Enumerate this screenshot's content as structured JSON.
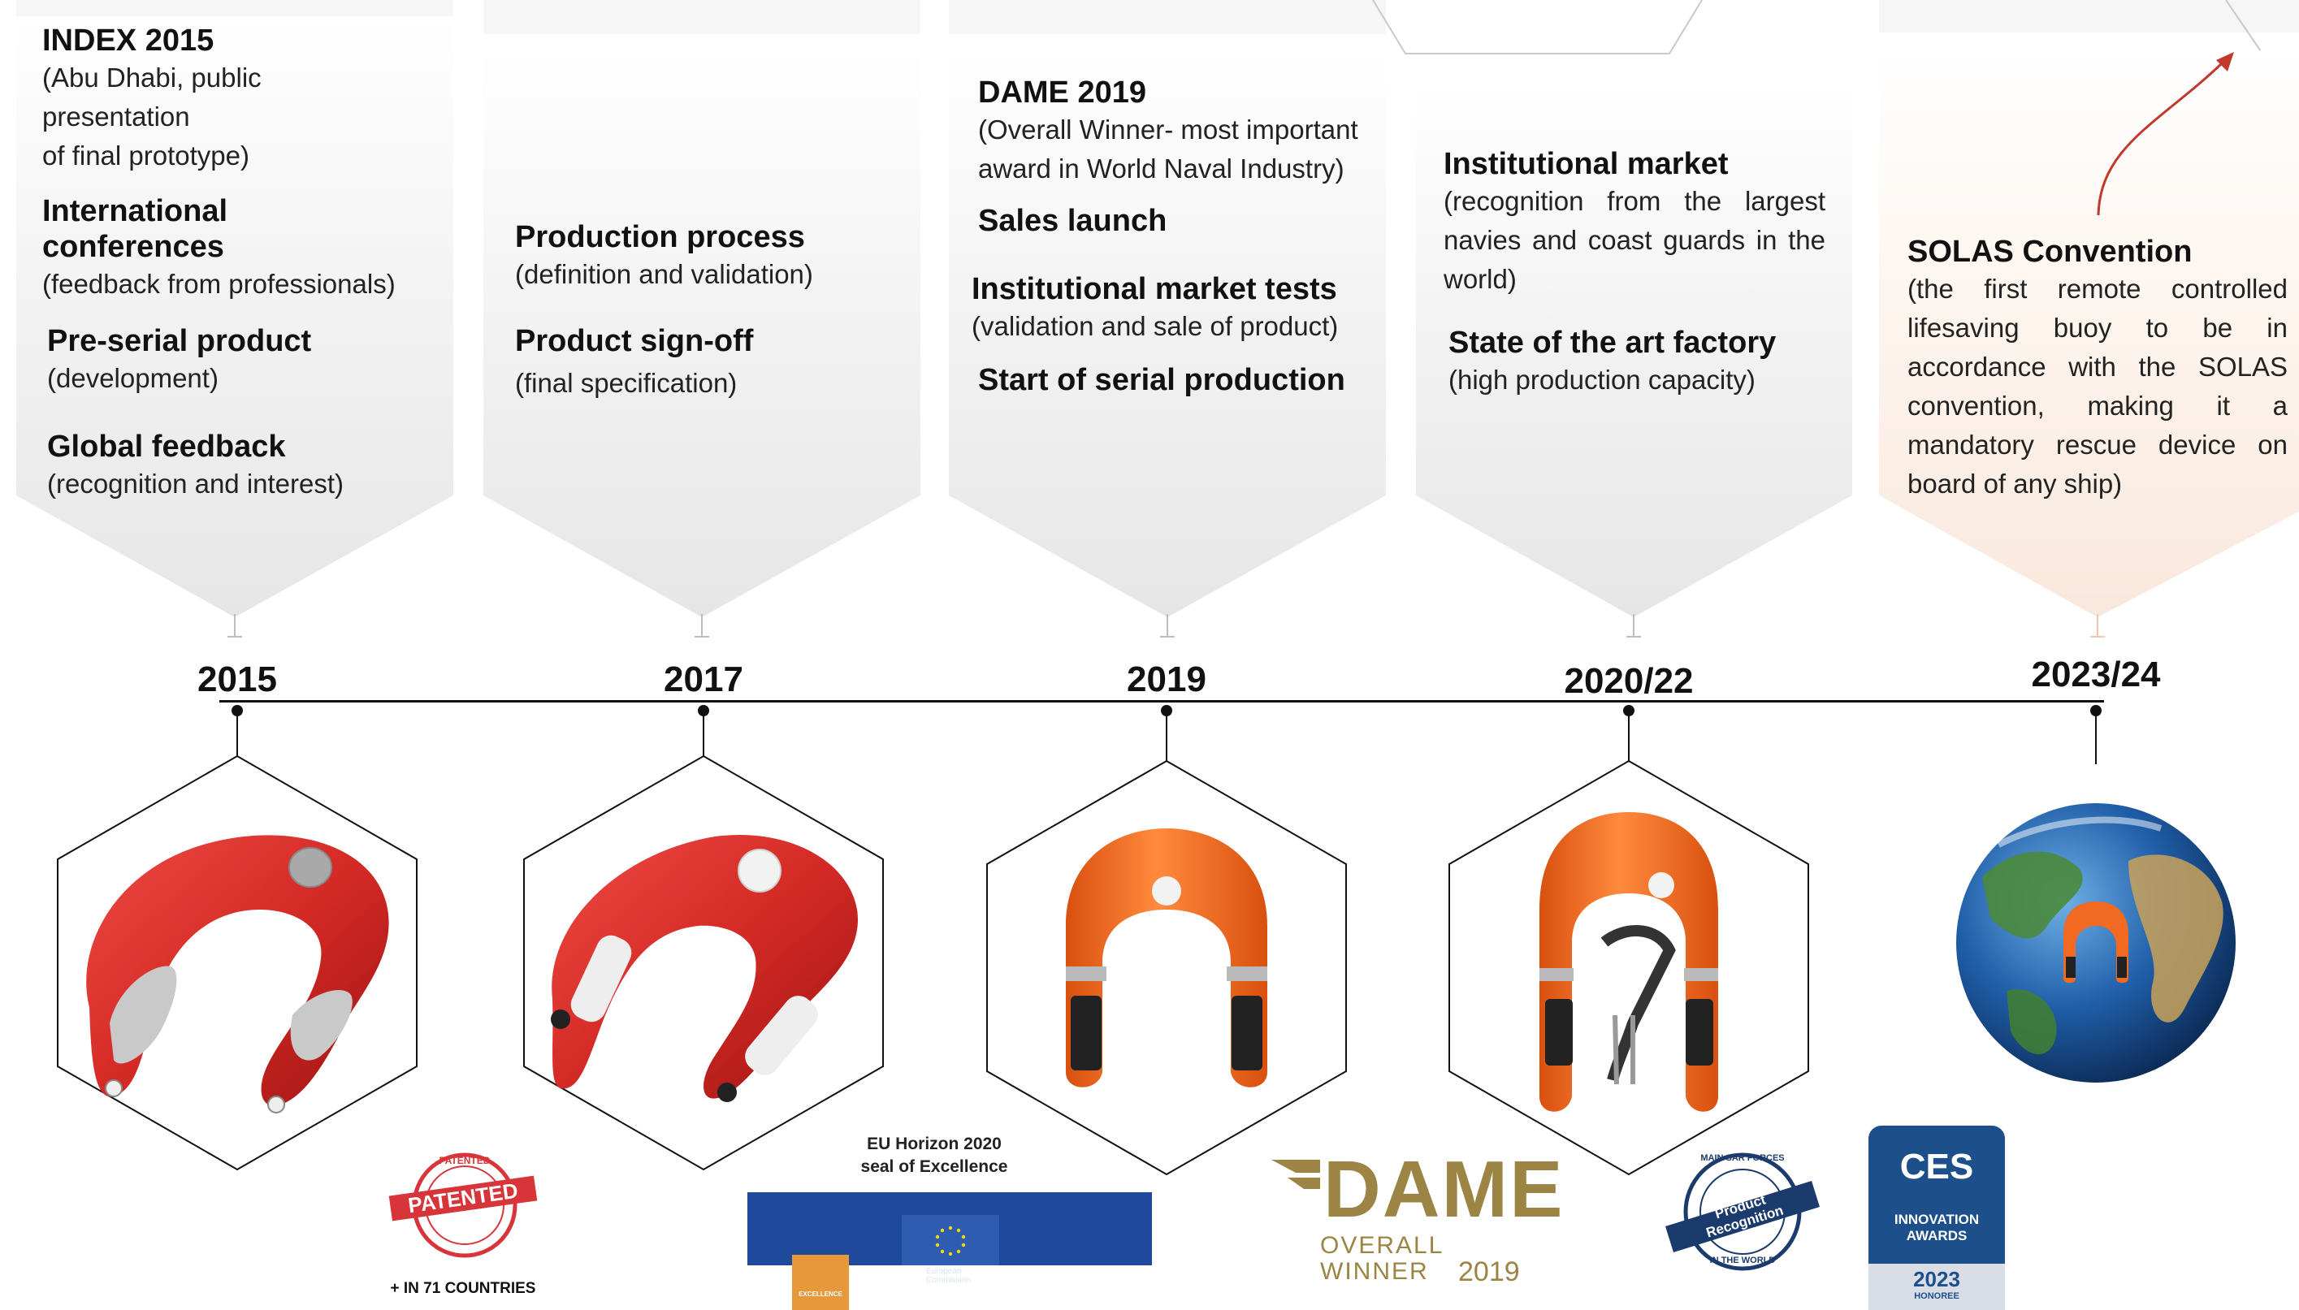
{
  "timeline": {
    "stages": [
      {
        "year": "2015",
        "items": [
          {
            "title": "INDEX 2015",
            "desc": [
              "(Abu Dhabi, public  presentation",
              "of final prototype)"
            ]
          },
          {
            "title": "International conferences",
            "desc": [
              "(feedback from professionals)"
            ]
          },
          {
            "title": "Pre-serial product",
            "desc": [
              "(development)"
            ]
          },
          {
            "title": "Global feedback",
            "desc": [
              "(recognition and interest)"
            ]
          }
        ]
      },
      {
        "year": "2017",
        "items": [
          {
            "title": "Production process",
            "desc": [
              "(definition and validation)"
            ]
          },
          {
            "title": "Product sign-off",
            "desc": [
              "(final specification)"
            ]
          }
        ]
      },
      {
        "year": "2019",
        "items": [
          {
            "title": "DAME 2019",
            "desc": [
              "(Overall Winner- most important",
              "award in  World Naval  Industry)"
            ]
          },
          {
            "title": "Sales launch",
            "desc": []
          },
          {
            "title": "Institutional  market  tests",
            "desc": [
              "(validation and sale of product)"
            ]
          },
          {
            "title": "Start of serial production",
            "desc": []
          }
        ]
      },
      {
        "year": "2020/22",
        "items": [
          {
            "title": "Institutional market",
            "desc": [
              "(recognition  from  the   largest",
              "navies and coast guards  in the",
              "world)"
            ]
          },
          {
            "title": "State of the art factory",
            "desc": [
              "(high production capacity)"
            ]
          }
        ]
      },
      {
        "year": "2023/24",
        "items": [
          {
            "title": "SOLAS Convention",
            "desc": [
              "(the  first  remote  controlled",
              "lifesaving  buoy  to  be  in",
              "accordance  with  the  SOLAS",
              "convention,  making  it  a",
              "mandatory  rescue  device  on",
              "board of any ship)"
            ]
          }
        ]
      }
    ]
  },
  "badges": {
    "patented": {
      "stamp": "PATENTED",
      "ring": "PATENTED",
      "note": "+ IN 71 COUNTRIES"
    },
    "eu": {
      "caption_line1": "EU Horizon 2020",
      "caption_line2": "seal of Excellence",
      "seal": "EXCELLENCE",
      "commission_line1": "European",
      "commission_line2": "Commission"
    },
    "dame": {
      "logo": "DAME",
      "subtitle": "OVERALL WINNER",
      "year": "2019"
    },
    "sar": {
      "ring_top": "MAIN SAR FORCES",
      "ribbon_line1": "Product",
      "ribbon_line2": "Recognition",
      "ring_bottom": "IN THE WORLD"
    },
    "ces": {
      "logo": "CES",
      "line1": "INNOVATION",
      "line2": "AWARDS",
      "year": "2023",
      "tag": "HONOREE"
    }
  },
  "colors": {
    "buoy_red": "#d42a26",
    "buoy_orange": "#f26a21",
    "dame_gold": "#9c8445",
    "eu_blue": "#1f4a9c",
    "ces_blue": "#1d4f8a",
    "patent_red": "#d8353a",
    "sar_navy": "#1c3b6d",
    "arrow_red": "#c0392b"
  }
}
